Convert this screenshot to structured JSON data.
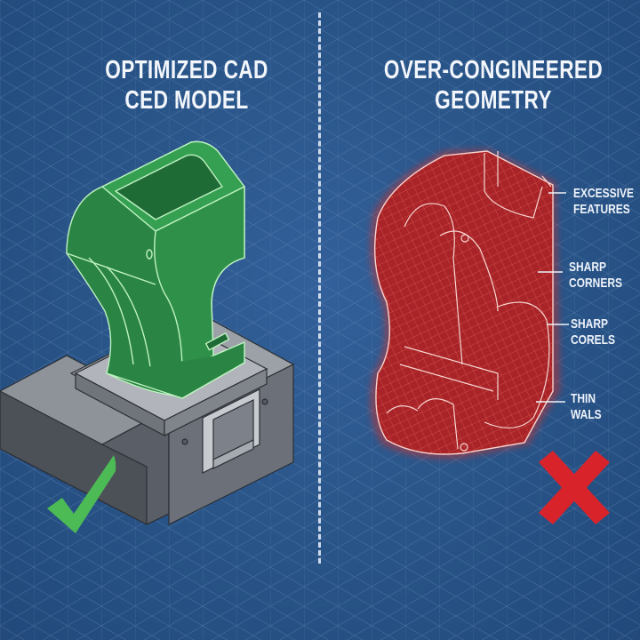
{
  "divider": {
    "style": "dashed",
    "color": "#dfe9f5"
  },
  "left_panel": {
    "title_line1": "OPTIMIZED   CAD",
    "title_line2": "CED MODEL",
    "part_color": "#2e8a45",
    "fixture_color": "#6b7078",
    "verdict_icon": "checkmark-icon",
    "verdict_color": "#4cbb55"
  },
  "right_panel": {
    "title_line1": "OVER-CONGINEERED",
    "title_line2": "GEOMETRY",
    "part_color": "#a82428",
    "wireframe_color": "#ff6a5a",
    "verdict_icon": "x-mark-icon",
    "verdict_color": "#d9232b",
    "callouts": [
      {
        "line1": "EXCESSIVE",
        "line2": "FEATURES"
      },
      {
        "line1": "SHARP",
        "line2": "CORNERS"
      },
      {
        "line1": "SHARP",
        "line2": "CORELS"
      },
      {
        "line1": "THIN",
        "line2": "WALS"
      }
    ]
  },
  "colors": {
    "background": "#2a568a",
    "grid_line": "#5b82b3",
    "text": "#f2f6fb"
  }
}
